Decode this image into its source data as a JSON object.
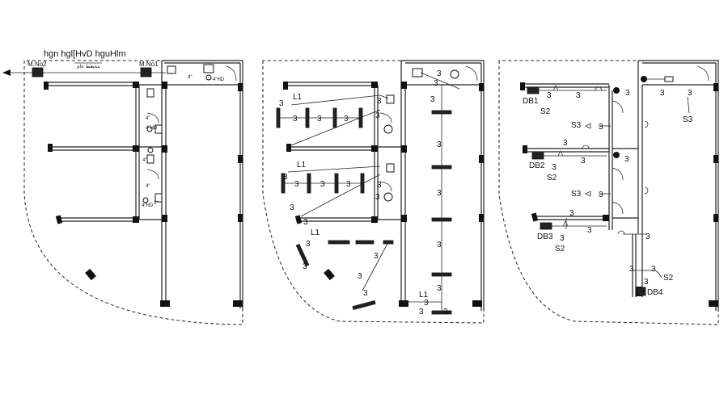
{
  "header": {
    "title": "hgn  hgl[HvD  hguHlm",
    "subtitle": "ﻣﺨﻄﻂ ﻋﺎﻡ"
  },
  "plan1": {
    "meter_left": "M.No2",
    "meter_right": "M.No1",
    "small_labels": [
      "4\"",
      "4\"HD",
      "4\"",
      "4\"HD",
      "4\"",
      "4\"",
      "2\"",
      "4\"HD"
    ]
  },
  "plan2": {
    "circuit": "3",
    "light_labels": [
      "L1",
      "L1",
      "L1",
      "L1"
    ]
  },
  "plan3": {
    "circuit": "3",
    "boards": [
      "DB1",
      "DB2",
      "DB3",
      "DB4"
    ],
    "switch_labels": [
      "S2",
      "S2",
      "S2",
      "S2",
      "S3",
      "S3",
      "S3"
    ]
  }
}
